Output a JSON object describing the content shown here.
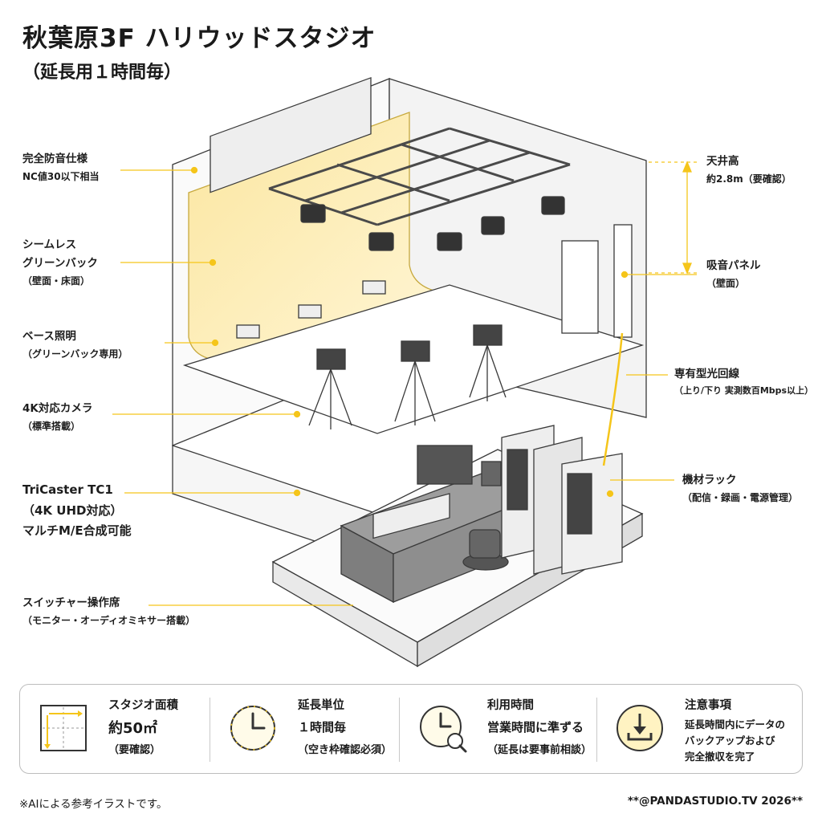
{
  "header": {
    "title": "秋葉原3F ハリウッドスタジオ",
    "subtitle": "（延長用１時間毎）"
  },
  "callouts": {
    "soundproof": {
      "line1": "完全防音仕様",
      "line2": "NC値30以下相当"
    },
    "greenback": {
      "line1": "シームレス",
      "line2": "グリーンバック",
      "line3": "（壁面・床面）"
    },
    "base_light": {
      "line1": "ベース照明",
      "line2": "（グリーンバック専用）"
    },
    "camera": {
      "line1": "4K対応カメラ",
      "line2": "（標準搭載）"
    },
    "tricaster": {
      "line1": "TriCaster TC1",
      "line2": "（4K UHD対応）",
      "line3": "マルチM/E合成可能"
    },
    "switcher": {
      "line1": "スイッチャー操作席",
      "line2": "（モニター・オーディオミキサー搭載）"
    },
    "ceiling": {
      "line1": "天井高",
      "line2": "約2.8m（要確認）"
    },
    "acoustic": {
      "line1": "吸音パネル",
      "line2": "（壁面）"
    },
    "fiber": {
      "line1": "専有型光回線",
      "line2": "（上り/下り 実測数百Mbps以上）"
    },
    "rack": {
      "line1": "機材ラック",
      "line2": "（配信・録画・電源管理）"
    }
  },
  "info": {
    "area": {
      "title": "スタジオ面積",
      "value": "約50㎡",
      "sub": "（要確認）",
      "icon": "floor-plan-icon"
    },
    "extension": {
      "title": "延長単位",
      "value": "１時間毎",
      "sub": "（空き枠確認必須）",
      "icon": "clock-icon"
    },
    "hours": {
      "title": "利用時間",
      "value": "営業時間に準ずる",
      "sub": "（延長は要事前相談）",
      "icon": "clock-search-icon"
    },
    "notes": {
      "title": "注意事項",
      "line1": "延長時間内にデータの",
      "line2": "バックアップおよび",
      "line3": "完全撤収を完了",
      "icon": "download-tray-icon"
    }
  },
  "footer": {
    "note": "※AIによる参考イラストです。",
    "credit": "**@PANDASTUDIO.TV 2026**"
  },
  "colors": {
    "accent": "#f5c51a",
    "greenback_fill": "#fbeaa5",
    "line": "#3a3a3a"
  }
}
